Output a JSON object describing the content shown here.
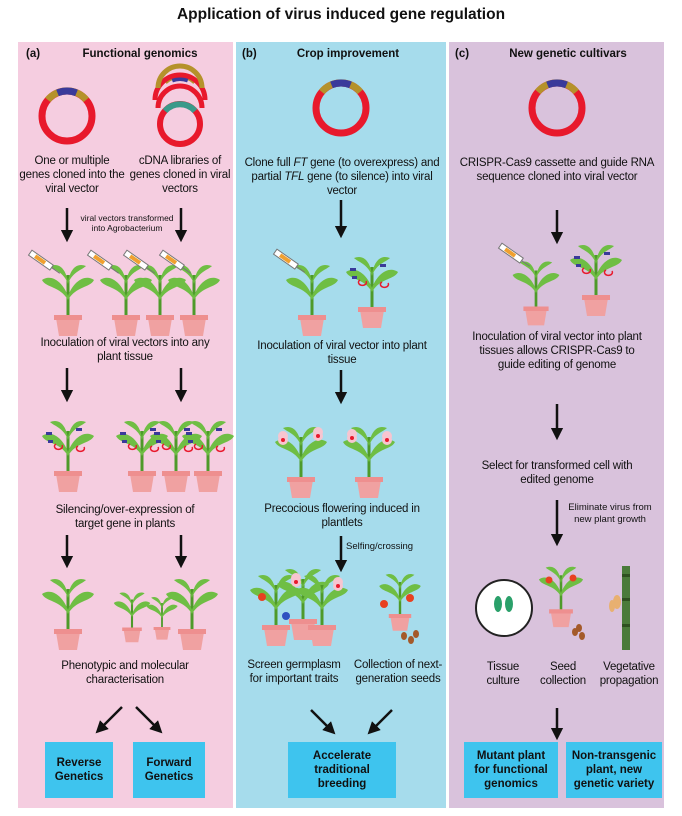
{
  "title": "Application of virus induced gene regulation",
  "colors": {
    "panel_a": "#f5cde0",
    "panel_b": "#a6dcec",
    "panel_c": "#d9c2dc",
    "result_box": "#3ec4ee",
    "vector_ring": "#e8192c",
    "vector_insert": "#3a3a9a",
    "vector_segment": "#b5922b",
    "leaf": "#6fbe44",
    "pot": "#f0a1a1"
  },
  "panels": {
    "a": {
      "label": "(a)",
      "heading": "Functional genomics",
      "step1_left": "One or multiple genes cloned into the viral vector",
      "step1_right": "cDNA libraries of genes cloned in viral vectors",
      "transform_note": "viral vectors transformed into Agrobacterium",
      "step2": "Inoculation of viral vectors into any plant tissue",
      "step3": "Silencing/over-expression of target gene in plants",
      "step4": "Phenotypic and molecular characterisation",
      "result_left": "Reverse Genetics",
      "result_right": "Forward Genetics"
    },
    "b": {
      "label": "(b)",
      "heading": "Crop improvement",
      "step1_a": "Clone full ",
      "step1_ft": "FT",
      "step1_b": " gene (to overexpress) and partial ",
      "step1_tfl": "TFL",
      "step1_c": " gene (to silence) into viral vector",
      "step2": "Inoculation of viral vector into plant tissue",
      "step3": "Precocious flowering induced in plantlets",
      "selfing": "Selfing/crossing",
      "step4_left": "Screen germplasm for important traits",
      "step4_right": "Collection of next- generation seeds",
      "result": "Accelerate traditional breeding"
    },
    "c": {
      "label": "(c)",
      "heading": "New genetic cultivars",
      "step1": "CRISPR-Cas9 cassette and guide RNA sequence cloned into viral vector",
      "step2": "Inoculation of viral vector into plant tissues allows CRISPR-Cas9 to guide editing of genome",
      "step3": "Select for transformed cell with edited genome",
      "eliminate": "Eliminate virus from new plant growth",
      "opt1": "Tissue culture",
      "opt2": "Seed collection",
      "opt3": "Vegetative propagation",
      "result_left": "Mutant plant for functional genomics",
      "result_right": "Non-transgenic plant, new genetic variety"
    }
  }
}
